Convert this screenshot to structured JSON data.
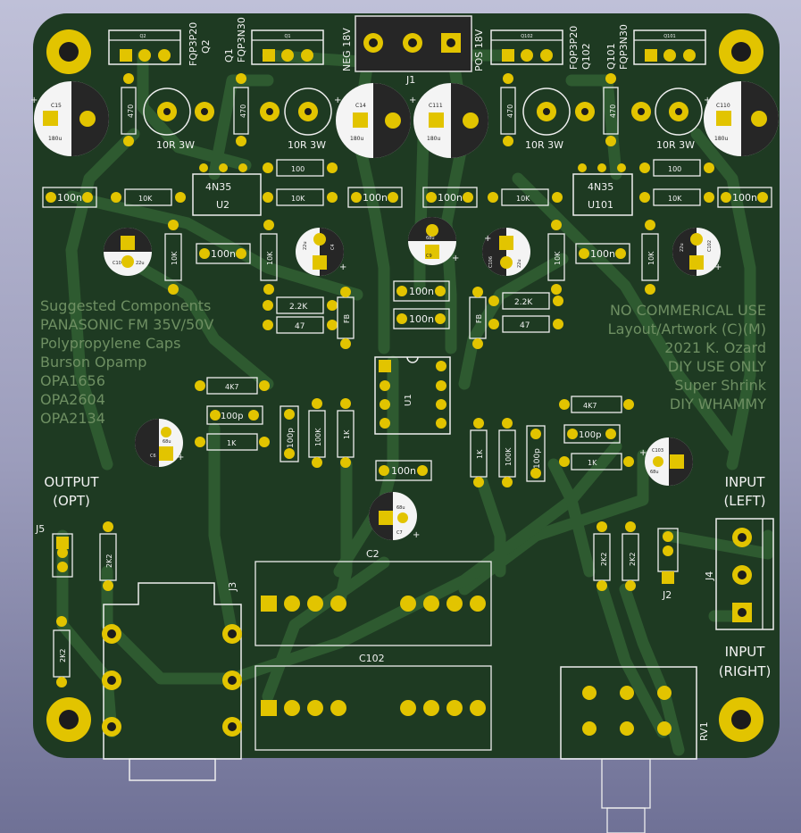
{
  "board": {
    "colors": {
      "board": "#1e3a22",
      "trace": "#2e5a30",
      "pad": "#e2c400",
      "silk": "#f2f2f2",
      "mask_text": "#6e8f62"
    }
  },
  "connectors": {
    "j1": {
      "ref": "J1",
      "neg": "NEG 18V",
      "pos": "POS 18V"
    },
    "j3": {
      "ref": "J3"
    },
    "j4": {
      "ref": "J4"
    },
    "j5": {
      "ref": "J5"
    },
    "j2": {
      "ref": "J2"
    },
    "rv1": {
      "ref": "RV1"
    }
  },
  "transistors": [
    {
      "ref": "Q2",
      "part": "FQP3P20",
      "tag": "Q2"
    },
    {
      "ref": "Q1",
      "part": "FQP3N30",
      "tag": "Q1"
    },
    {
      "ref": "Q102",
      "part": "FQP3P20",
      "tag": "Q102"
    },
    {
      "ref": "Q101",
      "part": "FQP3N30",
      "tag": "Q101"
    }
  ],
  "caps_big": [
    {
      "ref": "C15",
      "val": "180u"
    },
    {
      "ref": "C14",
      "val": "180u"
    },
    {
      "ref": "C111",
      "val": "180u"
    },
    {
      "ref": "C110",
      "val": "180u"
    }
  ],
  "caps_small": [
    {
      "ref": "C10",
      "val": "22u"
    },
    {
      "ref": "C4",
      "val": "22u"
    },
    {
      "ref": "C9",
      "val": "68u"
    },
    {
      "ref": "C106",
      "val": "22u"
    },
    {
      "ref": "C102",
      "val": "22u"
    },
    {
      "ref": "C6",
      "val": "68u"
    },
    {
      "ref": "C103",
      "val": "68u"
    },
    {
      "ref": "C7",
      "val": "68u"
    }
  ],
  "values": {
    "r470": "470",
    "r10r": "10R 3W",
    "c100n": "100n",
    "r10k": "10K",
    "r100": "100",
    "r22k": "2.2K",
    "r47": "47",
    "r4k7": "4K7",
    "c100p": "100p",
    "r1k": "1K",
    "r100k": "100K",
    "r2k2": "2K2",
    "fb": "FB"
  },
  "ics": [
    {
      "ref": "U2",
      "part": "4N35"
    },
    {
      "ref": "U101",
      "part": "4N35"
    },
    {
      "ref": "U1"
    }
  ],
  "film_caps": [
    {
      "ref": "C2"
    },
    {
      "ref": "C102"
    }
  ],
  "labels": {
    "output": [
      "OUTPUT",
      "(OPT)"
    ],
    "input_left": [
      "INPUT",
      "(LEFT)"
    ],
    "input_right": [
      "INPUT",
      "(RIGHT)"
    ]
  },
  "notes_left": [
    "Suggested Components",
    "PANASONIC FM 35V/50V",
    "Polypropylene Caps",
    "Burson Opamp",
    "OPA1656",
    "OPA2604",
    "OPA2134"
  ],
  "notes_right": [
    "NO COMMERICAL USE",
    "Layout/Artwork (C)(M)",
    "2021 K. Ozard",
    "DIY USE ONLY",
    "Super Shrink",
    "DIY WHAMMY"
  ]
}
